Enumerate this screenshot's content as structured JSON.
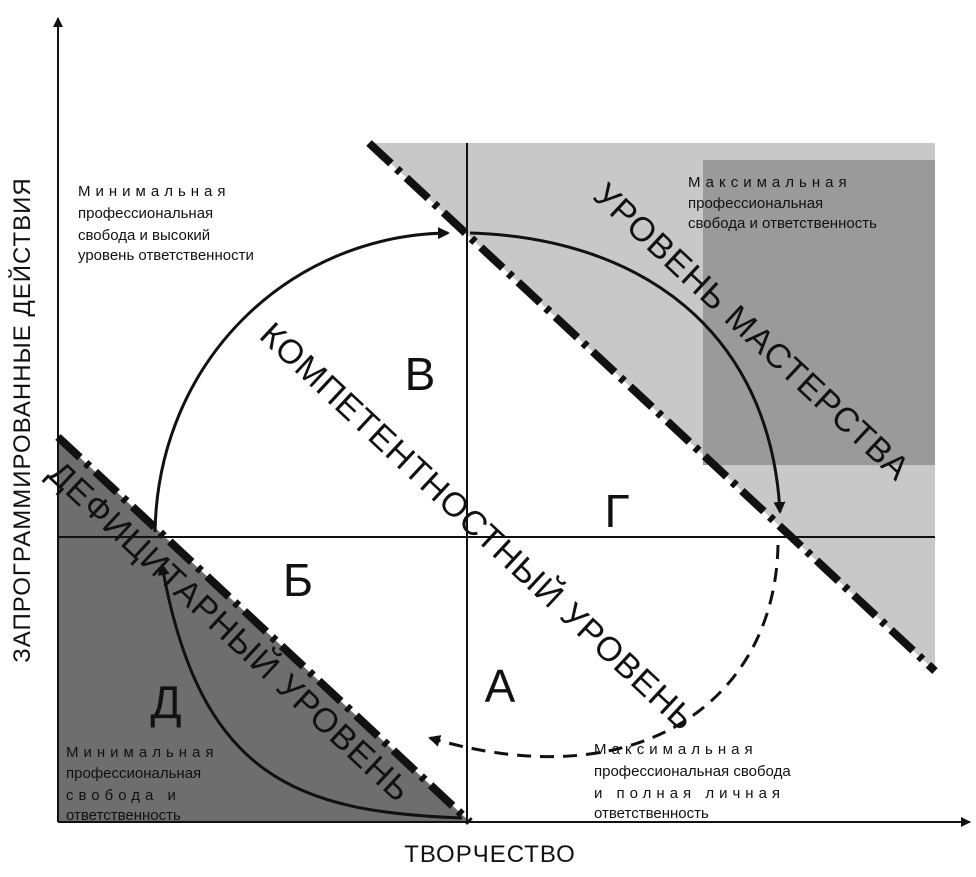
{
  "axes": {
    "x_label": "ТВОРЧЕСТВО",
    "y_label": "ЗАПРОГРАММИРОВАННЫЕ ДЕЙСТВИЯ"
  },
  "quadrants": {
    "a": "А",
    "b": "Б",
    "v": "В",
    "g": "Г",
    "d": "Д"
  },
  "bands": {
    "mastery": "УРОВЕНЬ МАСТЕРСТВА",
    "competence": "КОМПЕТЕНТНОСТНЫЙ УРОВЕНЬ",
    "deficit": "ДЕФИЦИТАРНЫЙ УРОВЕНЬ"
  },
  "notes": {
    "top_left": [
      "Минимальная",
      "профессиональная",
      "свобода и высокий",
      "уровень ответственности"
    ],
    "top_right": [
      "Максимальная",
      "профессиональная",
      "свобода и ответственность"
    ],
    "bottom_left": [
      "Минимальная",
      "профессиональная",
      "свобода и",
      "ответственность"
    ],
    "bottom_right": [
      "Максимальная",
      "профессиональная свобода",
      "и полная личная",
      "ответственность"
    ]
  },
  "colors": {
    "mastery_zone": "#c8c8c8",
    "mastery_inner": "#9a9a9a",
    "deficit_zone": "#6e6e6e",
    "line": "#111111"
  }
}
